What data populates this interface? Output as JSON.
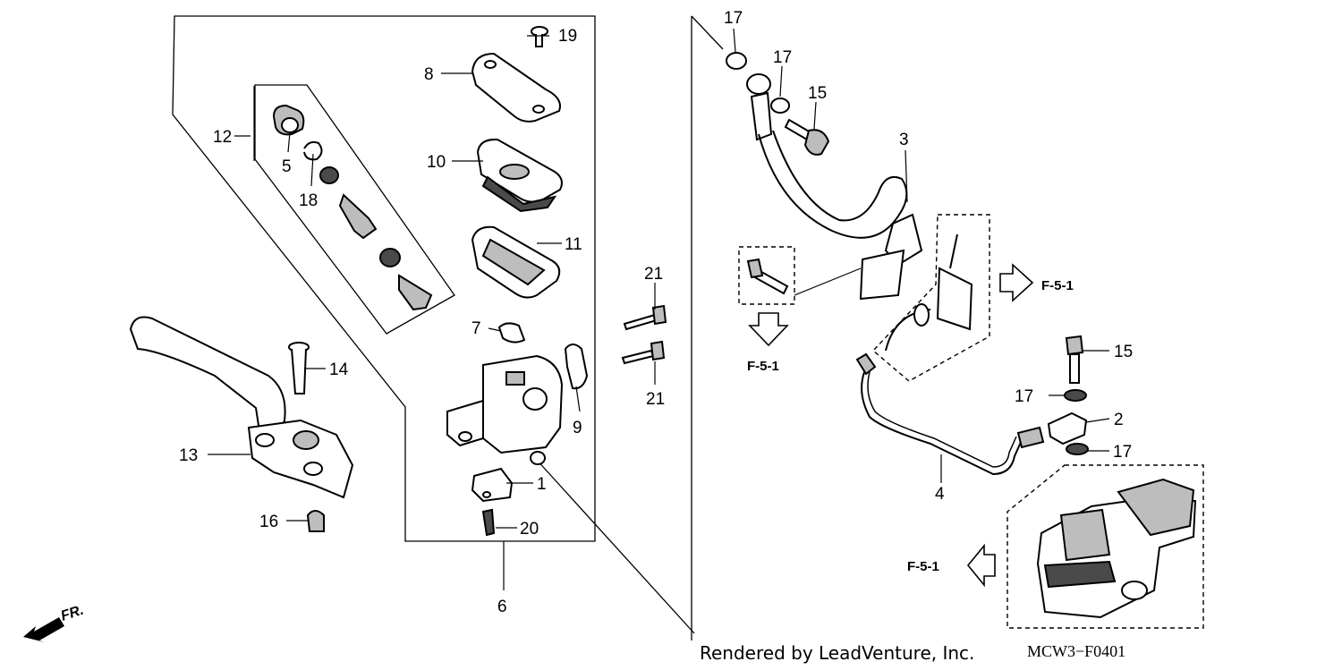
{
  "callouts": {
    "c1": "1",
    "c2": "2",
    "c3": "3",
    "c4": "4",
    "c5": "5",
    "c6": "6",
    "c7": "7",
    "c8": "8",
    "c9": "9",
    "c10": "10",
    "c11": "11",
    "c12": "12",
    "c13": "13",
    "c14": "14",
    "c15a": "15",
    "c15b": "15",
    "c16": "16",
    "c17a": "17",
    "c17b": "17",
    "c17c": "17",
    "c17d": "17",
    "c18": "18",
    "c19": "19",
    "c20": "20",
    "c21a": "21",
    "c21b": "21"
  },
  "references": {
    "ref_a": "F-5-1",
    "ref_b": "F-5-1",
    "ref_c": "F-5-1"
  },
  "direction": {
    "label": "FR."
  },
  "footer": {
    "credit": "Rendered by LeadVenture, Inc.",
    "code": "MCW3−F0401"
  }
}
